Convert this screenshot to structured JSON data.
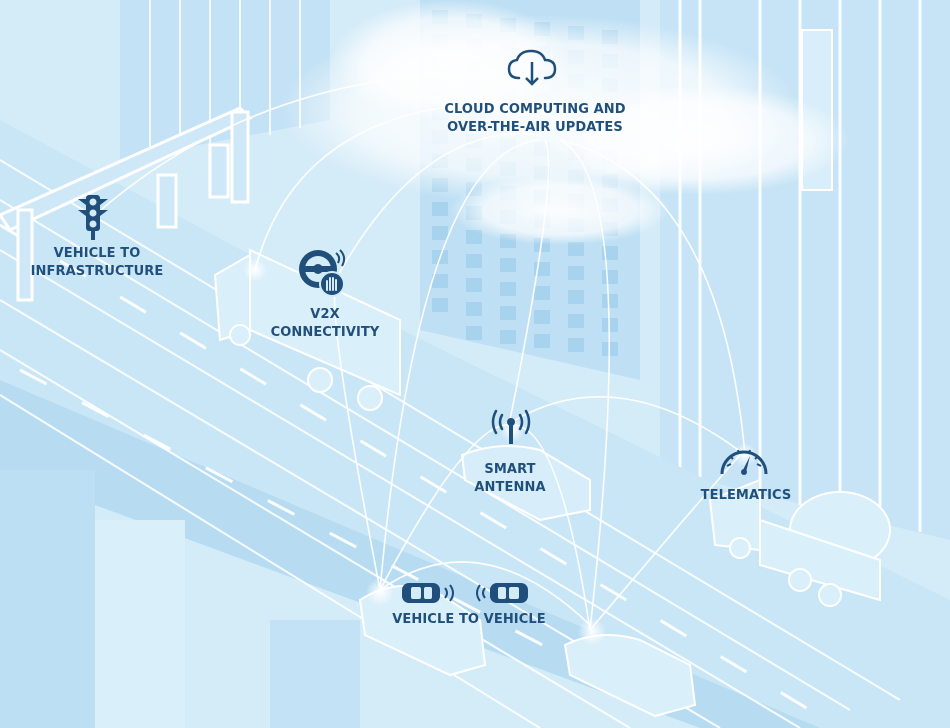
{
  "colors": {
    "sky": "#d4ebf8",
    "building": "#bfe0f4",
    "building_dark": "#a8d3ee",
    "line": "#ffffff",
    "icon": "#1f4f7a",
    "connection": "#8fc4e4"
  },
  "labels": {
    "cloud": {
      "line1": "CLOUD COMPUTING AND",
      "line2": "OVER-THE-AIR UPDATES",
      "icon": "cloud-download-icon"
    },
    "v2i": {
      "line1": "VEHICLE TO",
      "line2": "INFRASTRUCTURE",
      "icon": "traffic-light-icon"
    },
    "v2x": {
      "line1": "V2X",
      "line2": "CONNECTIVITY",
      "icon": "steering-wheel-hand-icon"
    },
    "antenna": {
      "line1": "SMART",
      "line2": "ANTENNA",
      "icon": "antenna-signal-icon"
    },
    "telematics": {
      "line1": "TELEMATICS",
      "icon": "speedometer-icon"
    },
    "v2v": {
      "line1": "VEHICLE TO VEHICLE",
      "icon": "two-cars-signal-icon"
    }
  }
}
